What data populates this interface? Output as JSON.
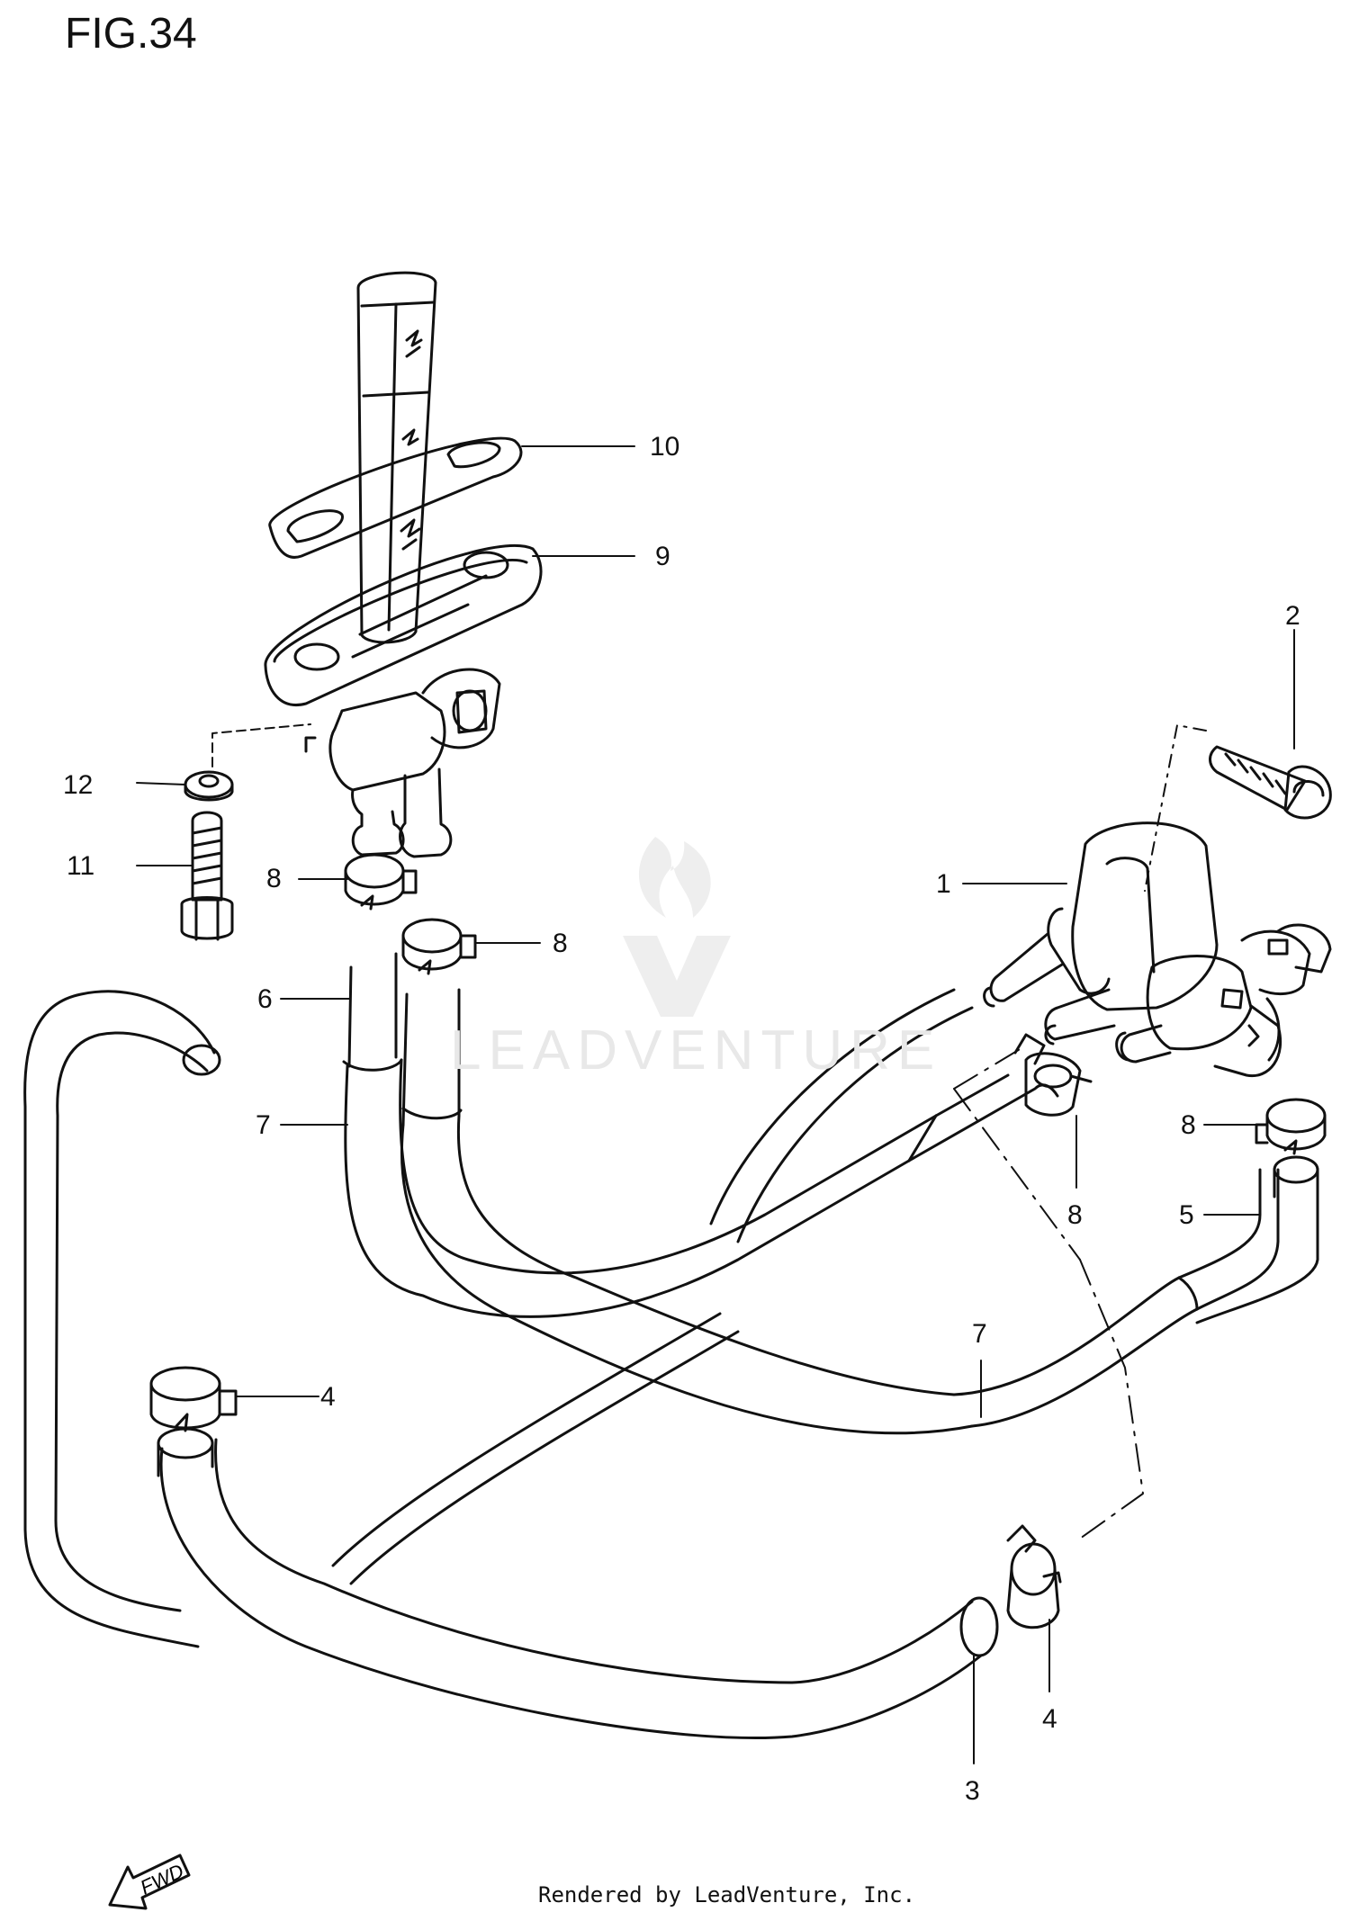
{
  "figure": {
    "title": "FIG.34"
  },
  "callouts": [
    {
      "id": "c10",
      "text": "10"
    },
    {
      "id": "c9",
      "text": "9"
    },
    {
      "id": "c2",
      "text": "2"
    },
    {
      "id": "c12",
      "text": "12"
    },
    {
      "id": "c11",
      "text": "11"
    },
    {
      "id": "c1",
      "text": "1"
    },
    {
      "id": "c8a",
      "text": "8"
    },
    {
      "id": "c8b",
      "text": "8"
    },
    {
      "id": "c6",
      "text": "6"
    },
    {
      "id": "c7a",
      "text": "7"
    },
    {
      "id": "c8c",
      "text": "8"
    },
    {
      "id": "c8d",
      "text": "8"
    },
    {
      "id": "c5",
      "text": "5"
    },
    {
      "id": "c7b",
      "text": "7"
    },
    {
      "id": "c4a",
      "text": "4"
    },
    {
      "id": "c4b",
      "text": "4"
    },
    {
      "id": "c3",
      "text": "3"
    }
  ],
  "watermark": {
    "text": "LEADVENTURE"
  },
  "direction_badge": {
    "text": "FWD"
  },
  "footer": {
    "text": "Rendered by LeadVenture, Inc."
  }
}
